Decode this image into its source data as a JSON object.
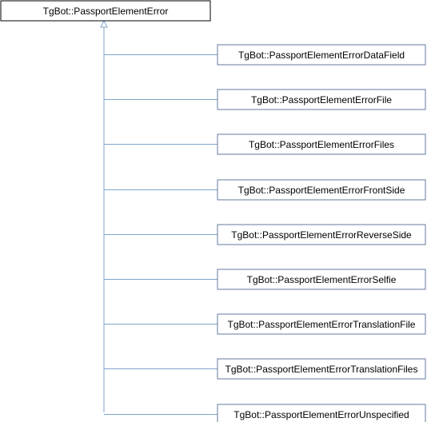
{
  "diagram": {
    "base_class": "TgBot::PassportElementError",
    "derived_classes": [
      "TgBot::PassportElementErrorDataField",
      "TgBot::PassportElementErrorFile",
      "TgBot::PassportElementErrorFiles",
      "TgBot::PassportElementErrorFrontSide",
      "TgBot::PassportElementErrorReverseSide",
      "TgBot::PassportElementErrorSelfie",
      "TgBot::PassportElementErrorTranslationFile",
      "TgBot::PassportElementErrorTranslationFiles",
      "TgBot::PassportElementErrorUnspecified"
    ],
    "colors": {
      "base_border": "#000000",
      "child_border": "#63789c",
      "edge": "#7fa4cc",
      "text": "#000000",
      "background": "#ffffff"
    }
  }
}
